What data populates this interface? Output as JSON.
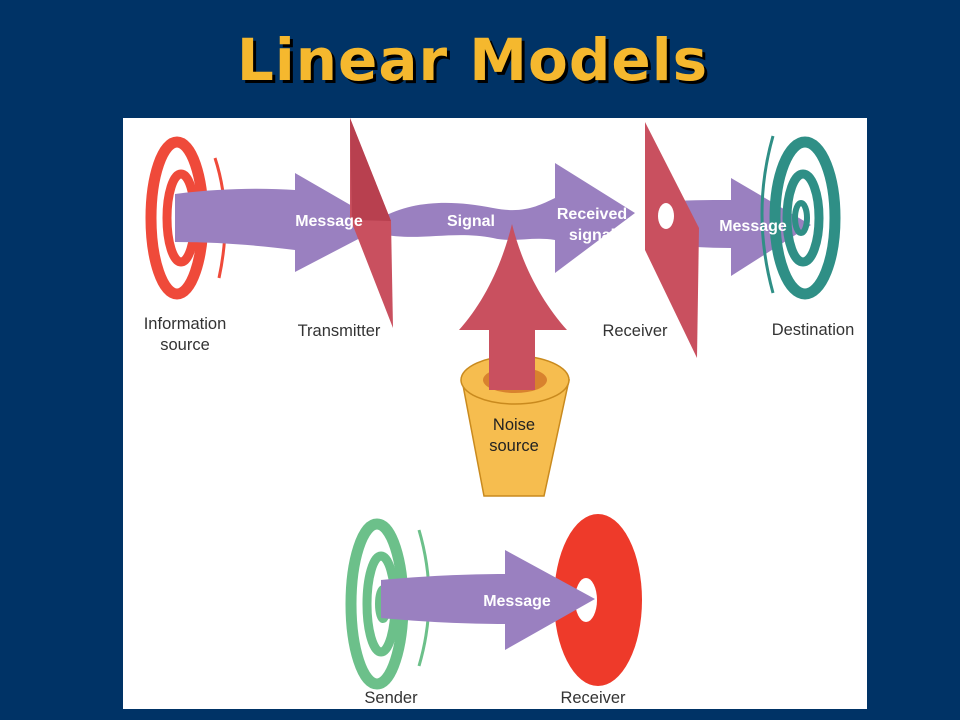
{
  "slide": {
    "title": "Linear Models"
  },
  "shannon_model": {
    "information_source": [
      "Information",
      "source"
    ],
    "transmitter": "Transmitter",
    "message_in": "Message",
    "signal": "Signal",
    "received_signal": [
      "Received",
      "signal"
    ],
    "receiver": "Receiver",
    "message_out": "Message",
    "destination": "Destination",
    "noise_source": [
      "Noise",
      "source"
    ]
  },
  "simple_model": {
    "sender": "Sender",
    "message": "Message",
    "receiver": "Receiver"
  },
  "colors": {
    "background": "#003366",
    "title": "#f5b82e",
    "arrow": "#9a80c0",
    "source_spiral": "#ef4a3a",
    "destination_spiral": "#2f8f86",
    "sender_spiral": "#6cc08a",
    "receiver_disc": "#ee3a2a",
    "transmitter_plate": "#c9505f",
    "noise_cup": "#f6bd4f"
  }
}
